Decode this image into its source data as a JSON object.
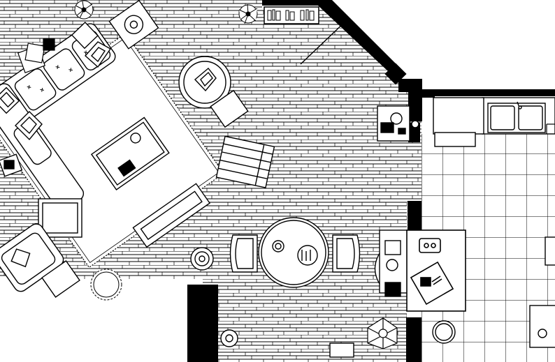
{
  "plan": {
    "title": "",
    "colors": {
      "wall": "#000000",
      "line": "#000000",
      "background": "#ffffff",
      "kitchen_floor": "#ffffff"
    },
    "rooms": [
      {
        "id": "living-area",
        "floor": "wood-plank"
      },
      {
        "id": "dining-area",
        "floor": "wood-plank"
      },
      {
        "id": "kitchen",
        "floor": "square-tile"
      }
    ],
    "furniture": [
      "sectional-sofa",
      "area-rug",
      "coffee-table",
      "armchair",
      "round-side-table",
      "wooden-lounge-chair",
      "tv-console",
      "round-dining-table",
      "dining-chair",
      "kitchen-sink",
      "range-stove",
      "kitchen-island",
      "potted-plant",
      "bookshelf",
      "floor-lamp",
      "side-table",
      "cutting-board",
      "stool"
    ]
  }
}
